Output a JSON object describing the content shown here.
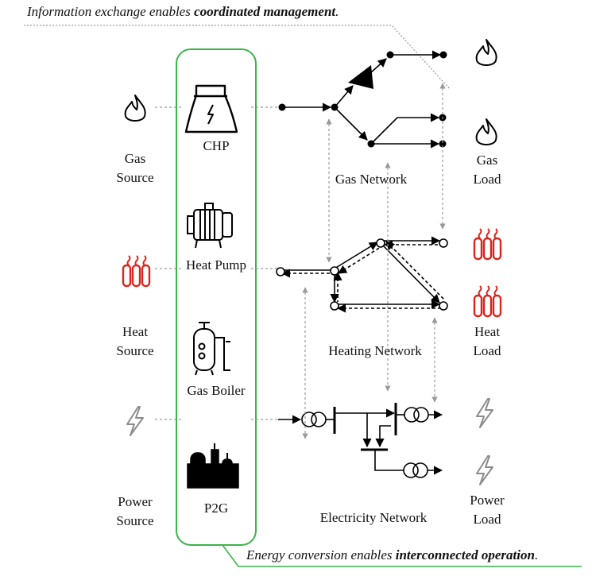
{
  "captions": {
    "top": {
      "prefix": "Information exchange enables ",
      "bold": "coordinated management",
      "suffix": "."
    },
    "bottom": {
      "prefix": "Energy conversion enables ",
      "bold": "interconnected operation",
      "suffix": "."
    }
  },
  "sources": {
    "gas": {
      "line1": "Gas",
      "line2": "Source"
    },
    "heat": {
      "line1": "Heat",
      "line2": "Source"
    },
    "power": {
      "line1": "Power",
      "line2": "Source"
    }
  },
  "converters": {
    "chp": "CHP",
    "heat_pump": "Heat Pump",
    "gas_boiler": "Gas Boiler",
    "p2g": "P2G"
  },
  "networks": {
    "gas": "Gas Network",
    "heating": "Heating Network",
    "electricity": "Electricity Network"
  },
  "loads": {
    "gas": {
      "line1": "Gas",
      "line2": "Load"
    },
    "heat": {
      "line1": "Heat",
      "line2": "Load"
    },
    "power": {
      "line1": "Power",
      "line2": "Load"
    }
  },
  "colors": {
    "converter_box": "#3cb34a",
    "heat_icon": "#d9261c",
    "power_icon": "#8c8c8c",
    "dashed_link": "#9a9a9a",
    "line": "#000000"
  },
  "icons": {
    "gas": "flame-icon",
    "heat": "radiator-icon",
    "power": "lightning-icon",
    "chp": "chp-plant-icon",
    "heat_pump": "heat-pump-icon",
    "gas_boiler": "gas-boiler-icon",
    "p2g": "p2g-plant-icon"
  }
}
